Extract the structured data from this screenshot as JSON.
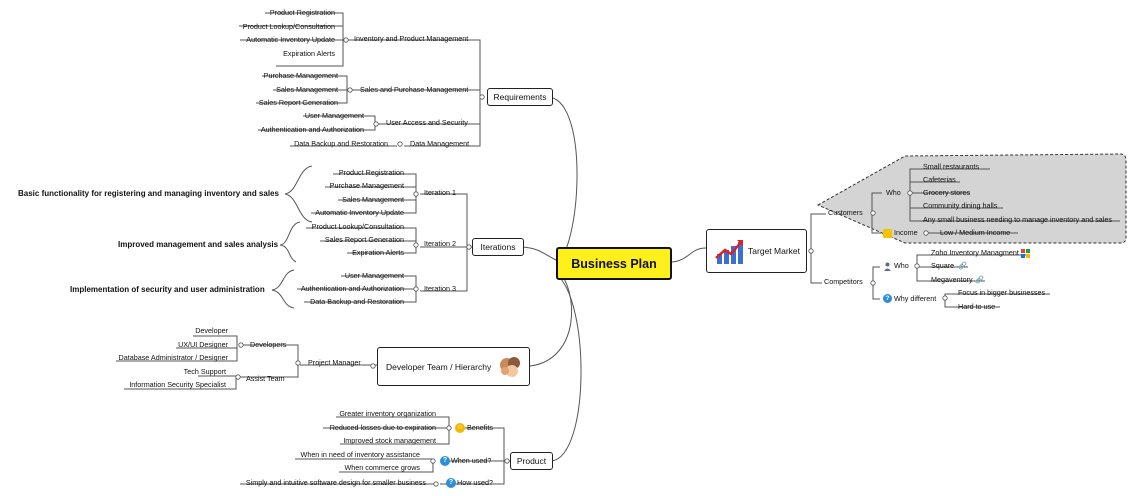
{
  "central": "Business Plan",
  "requirements": {
    "label": "Requirements",
    "inventory": {
      "label": "Inventory and Product Management",
      "items": [
        "Product Registration",
        "Product Lookup/Consultation",
        "Automatic Inventory Update",
        "Expiration Alerts"
      ]
    },
    "sales": {
      "label": "Sales and Purchase Management",
      "items": [
        "Purchase Management",
        "Sales Management",
        "Sales Report Generation"
      ]
    },
    "access": {
      "label": "User Access and Security",
      "items": [
        "User Management",
        "Authentication and Authorization"
      ]
    },
    "data": {
      "label": "Data Management",
      "items": [
        "Data Backup and Restoration"
      ]
    }
  },
  "iterations": {
    "label": "Iterations",
    "it1": {
      "label": "Iteration 1",
      "note": "Basic functionality for registering and managing inventory and sales",
      "items": [
        "Product Registration",
        "Purchase Management",
        "Sales Management",
        "Automatic Inventory Update"
      ]
    },
    "it2": {
      "label": "Iteration 2",
      "note": "Improved management and sales analysis",
      "items": [
        "Product Lookup/Consultation",
        "Sales Report Generation",
        "Expiration Alerts"
      ]
    },
    "it3": {
      "label": "Iteration 3",
      "note": "Implementation of security and user administration",
      "items": [
        "User Management",
        "Authentication and Authorization",
        "Data Backup and Restoration"
      ]
    }
  },
  "team": {
    "label": "Developer Team / Hierarchy",
    "pm": "Project Manager",
    "developers": {
      "label": "Developers",
      "items": [
        "Developer",
        "UX/UI Designer",
        "Database Administrator / Designer"
      ]
    },
    "assist": {
      "label": "Assist Team",
      "items": [
        "Tech Support",
        "Information Security Specialist"
      ]
    }
  },
  "product": {
    "label": "Product",
    "benefits": {
      "label": "Benefits",
      "items": [
        "Greater inventory organization",
        "Reduced losses due to expiration",
        "Improved stock management"
      ]
    },
    "when": {
      "label": "When used?",
      "items": [
        "When in need of inventory assistance",
        "When commerce grows"
      ]
    },
    "how": {
      "label": "How used?",
      "items": [
        "Simply and intuitive software design for smaller business"
      ]
    }
  },
  "market": {
    "label": "Target Market",
    "customers": {
      "label": "Customers",
      "who": "Who",
      "items": [
        "Small restaurants",
        "Cafeterias",
        "Grocery stores",
        "Community dining halls",
        "Any small business needing to manage inventory and sales"
      ],
      "income": "Income",
      "income_value": "Low / Medium Income"
    },
    "competitors": {
      "label": "Competitors",
      "who": "Who",
      "items": [
        "Zoho Inventory Managment",
        "Square",
        "Megaventory"
      ],
      "why": "Why different",
      "why_items": [
        "Focus in bigger businesses",
        "Hard to use"
      ]
    }
  },
  "colors": {
    "central_fill": "#ffef1a",
    "boundary_fill": "#d3d3d3",
    "line": "#555555",
    "question_icon": "#2a8fd8",
    "smiley_icon": "#f5b800"
  }
}
